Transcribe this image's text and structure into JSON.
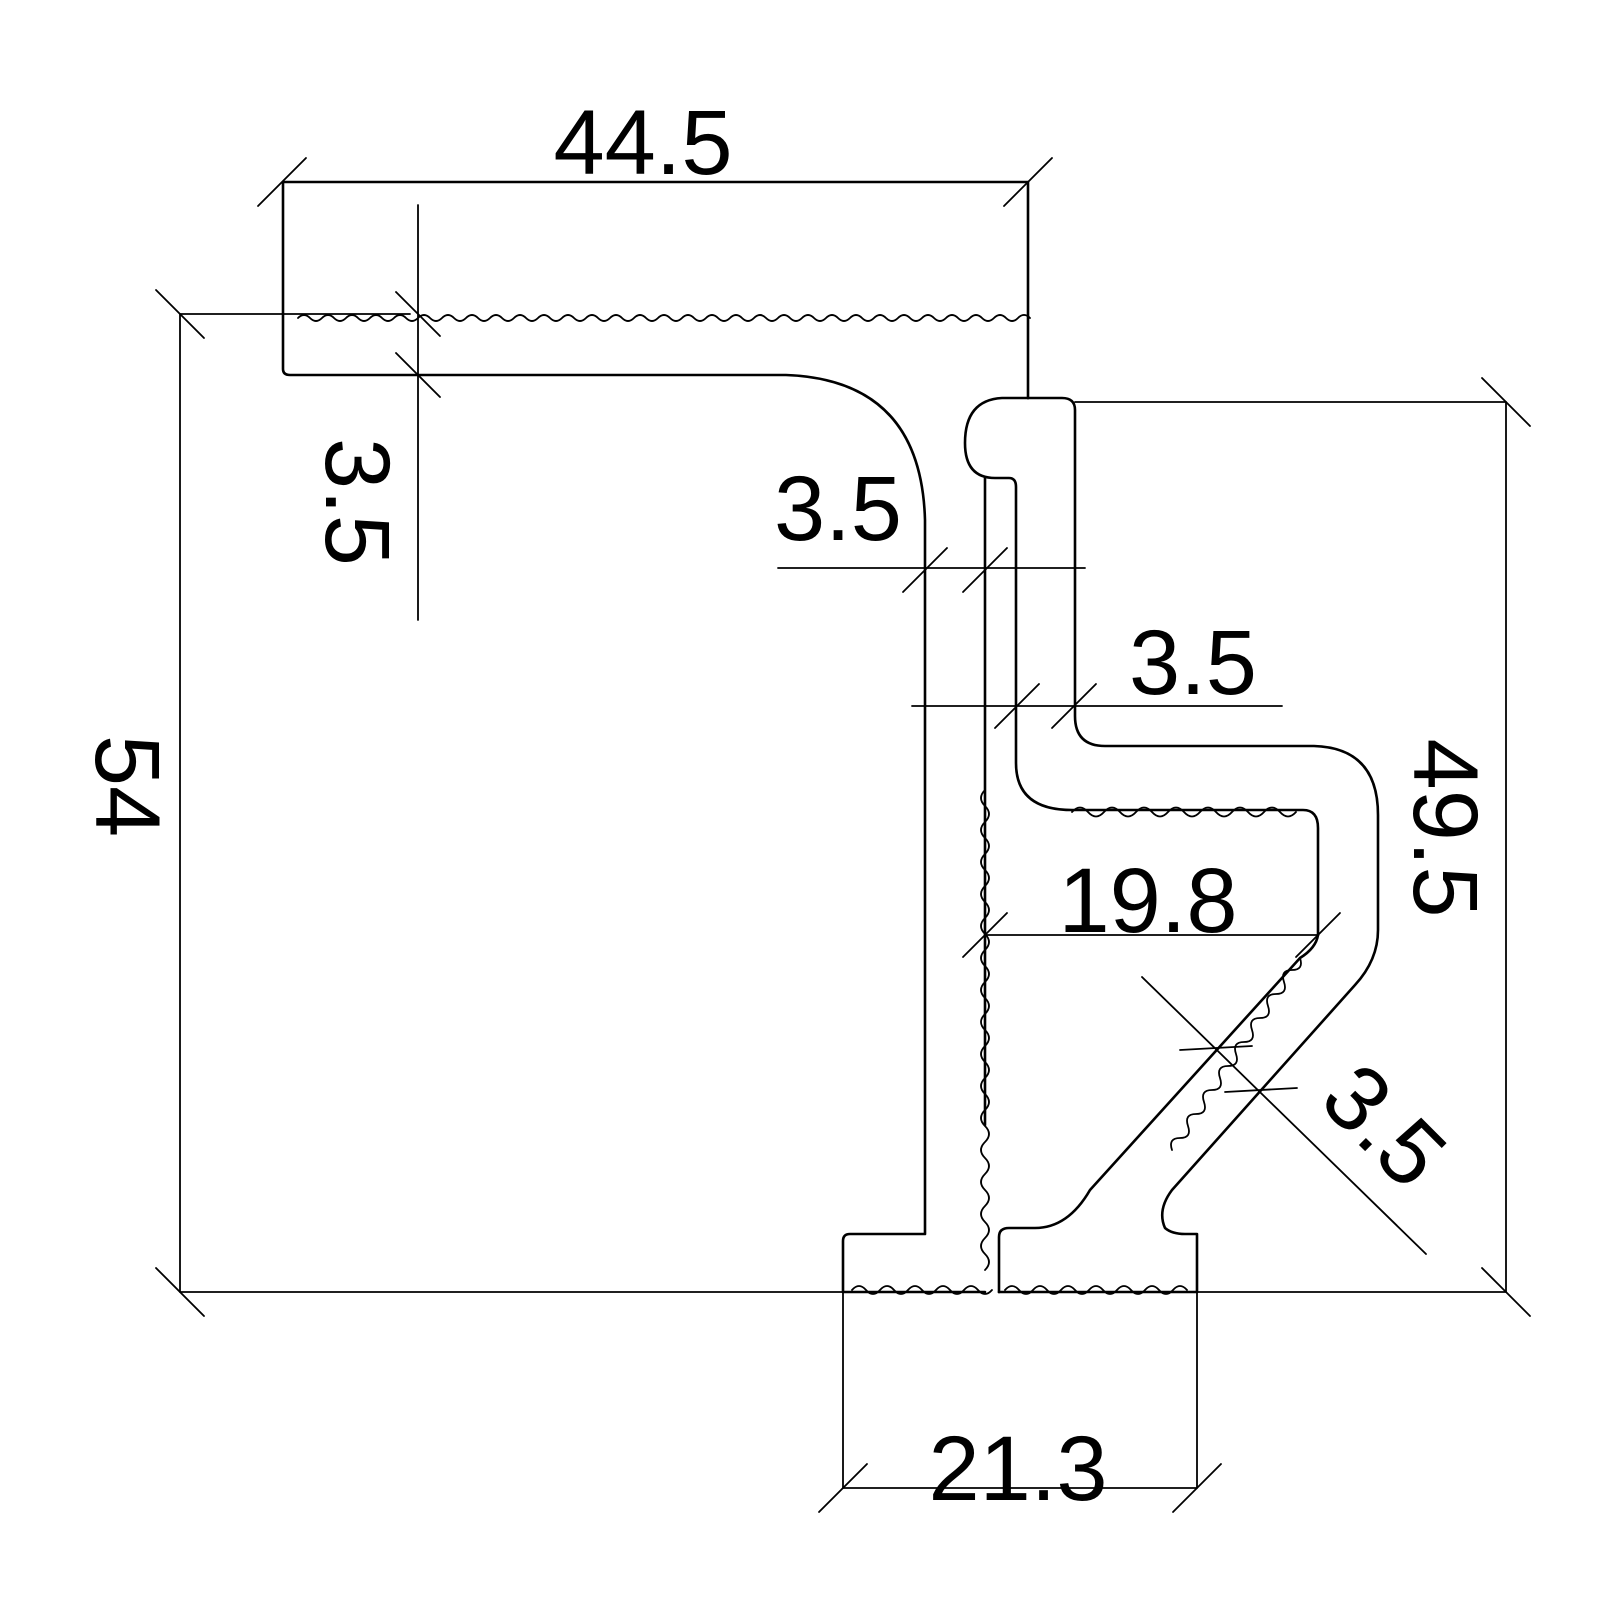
{
  "diagram": {
    "dimensions": [
      {
        "id": "top-width",
        "label": "44.5"
      },
      {
        "id": "flange-thickness",
        "label": "3.5"
      },
      {
        "id": "overall-height",
        "label": "54"
      },
      {
        "id": "web-thickness",
        "label": "3.5"
      },
      {
        "id": "lip-thickness",
        "label": "3.5"
      },
      {
        "id": "right-height",
        "label": "49.5"
      },
      {
        "id": "inner-width",
        "label": "19.8"
      },
      {
        "id": "diagonal-thickness",
        "label": "3.5"
      },
      {
        "id": "base-width",
        "label": "21.3"
      }
    ],
    "colors": {
      "line": "#000000",
      "background": "#ffffff"
    }
  }
}
